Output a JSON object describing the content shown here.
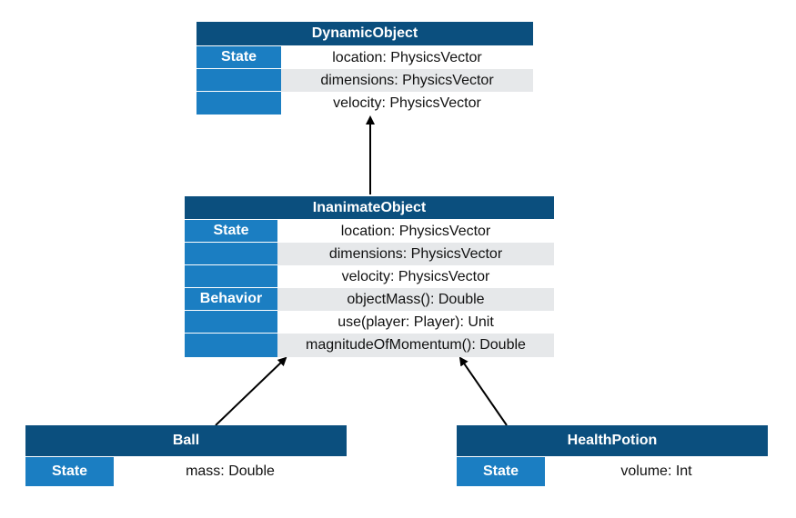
{
  "dynamic_object": {
    "title": "DynamicObject",
    "rows": [
      {
        "label": "State",
        "value": "location: PhysicsVector"
      },
      {
        "label": "",
        "value": "dimensions: PhysicsVector"
      },
      {
        "label": "",
        "value": "velocity: PhysicsVector"
      }
    ]
  },
  "inanimate_object": {
    "title": "InanimateObject",
    "rows": [
      {
        "label": "State",
        "value": "location: PhysicsVector"
      },
      {
        "label": "",
        "value": "dimensions: PhysicsVector"
      },
      {
        "label": "",
        "value": "velocity: PhysicsVector"
      },
      {
        "label": "Behavior",
        "value": "objectMass(): Double"
      },
      {
        "label": "",
        "value": "use(player: Player): Unit"
      },
      {
        "label": "",
        "value": "magnitudeOfMomentum(): Double"
      }
    ]
  },
  "ball": {
    "title": "Ball",
    "rows": [
      {
        "label": "State",
        "value": "mass: Double"
      }
    ]
  },
  "health_potion": {
    "title": "HealthPotion",
    "rows": [
      {
        "label": "State",
        "value": "volume: Int"
      }
    ]
  },
  "colors": {
    "header": "#0b4f7e",
    "label": "#1b7ec2",
    "alt_row": "#e6e8ea"
  }
}
